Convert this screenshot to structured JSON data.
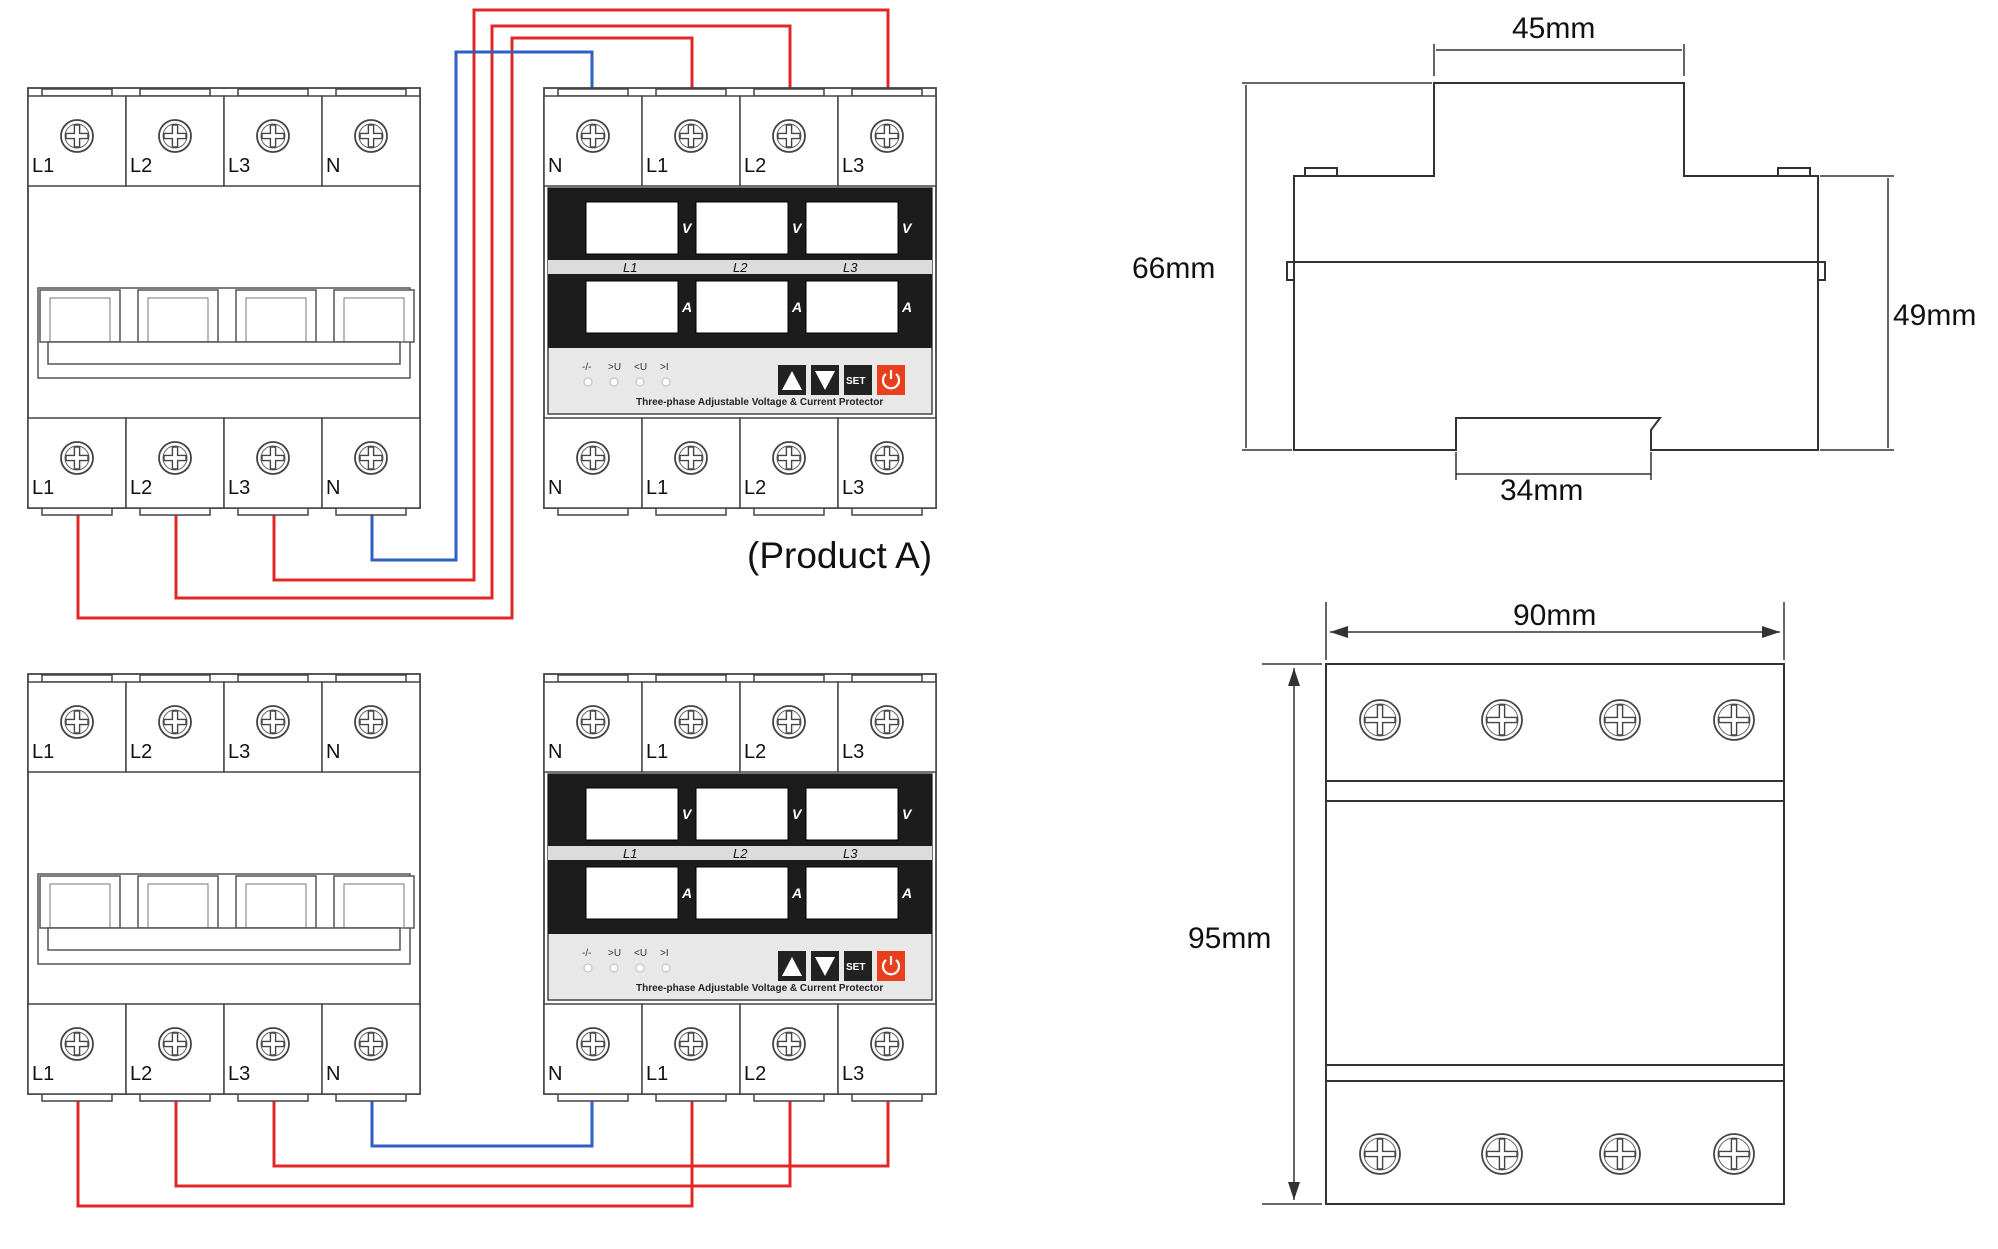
{
  "breaker_terminals": [
    "L1",
    "L2",
    "L3",
    "N"
  ],
  "protector_terminals": [
    "N",
    "L1",
    "L2",
    "L3"
  ],
  "protector": {
    "voltage_unit": "V",
    "current_unit": "A",
    "phases": [
      "L1",
      "L2",
      "L3"
    ],
    "indicators": [
      "-/-",
      ">U",
      "<U",
      ">I"
    ],
    "button_set": "SET",
    "caption": "Three-phase Adjustable Voltage & Current  Protector"
  },
  "product_a_label": "(Product A)",
  "dimensions": {
    "top_width": "45mm",
    "height": "66mm",
    "body_height": "49mm",
    "rail": "34mm",
    "width": "90mm",
    "depth": "95mm"
  },
  "colors": {
    "phase_wire": "#e0282a",
    "neutral_wire": "#2f5fc4",
    "outline": "#333333",
    "panel": "#1c1c1c",
    "power_button": "#e8401c"
  }
}
